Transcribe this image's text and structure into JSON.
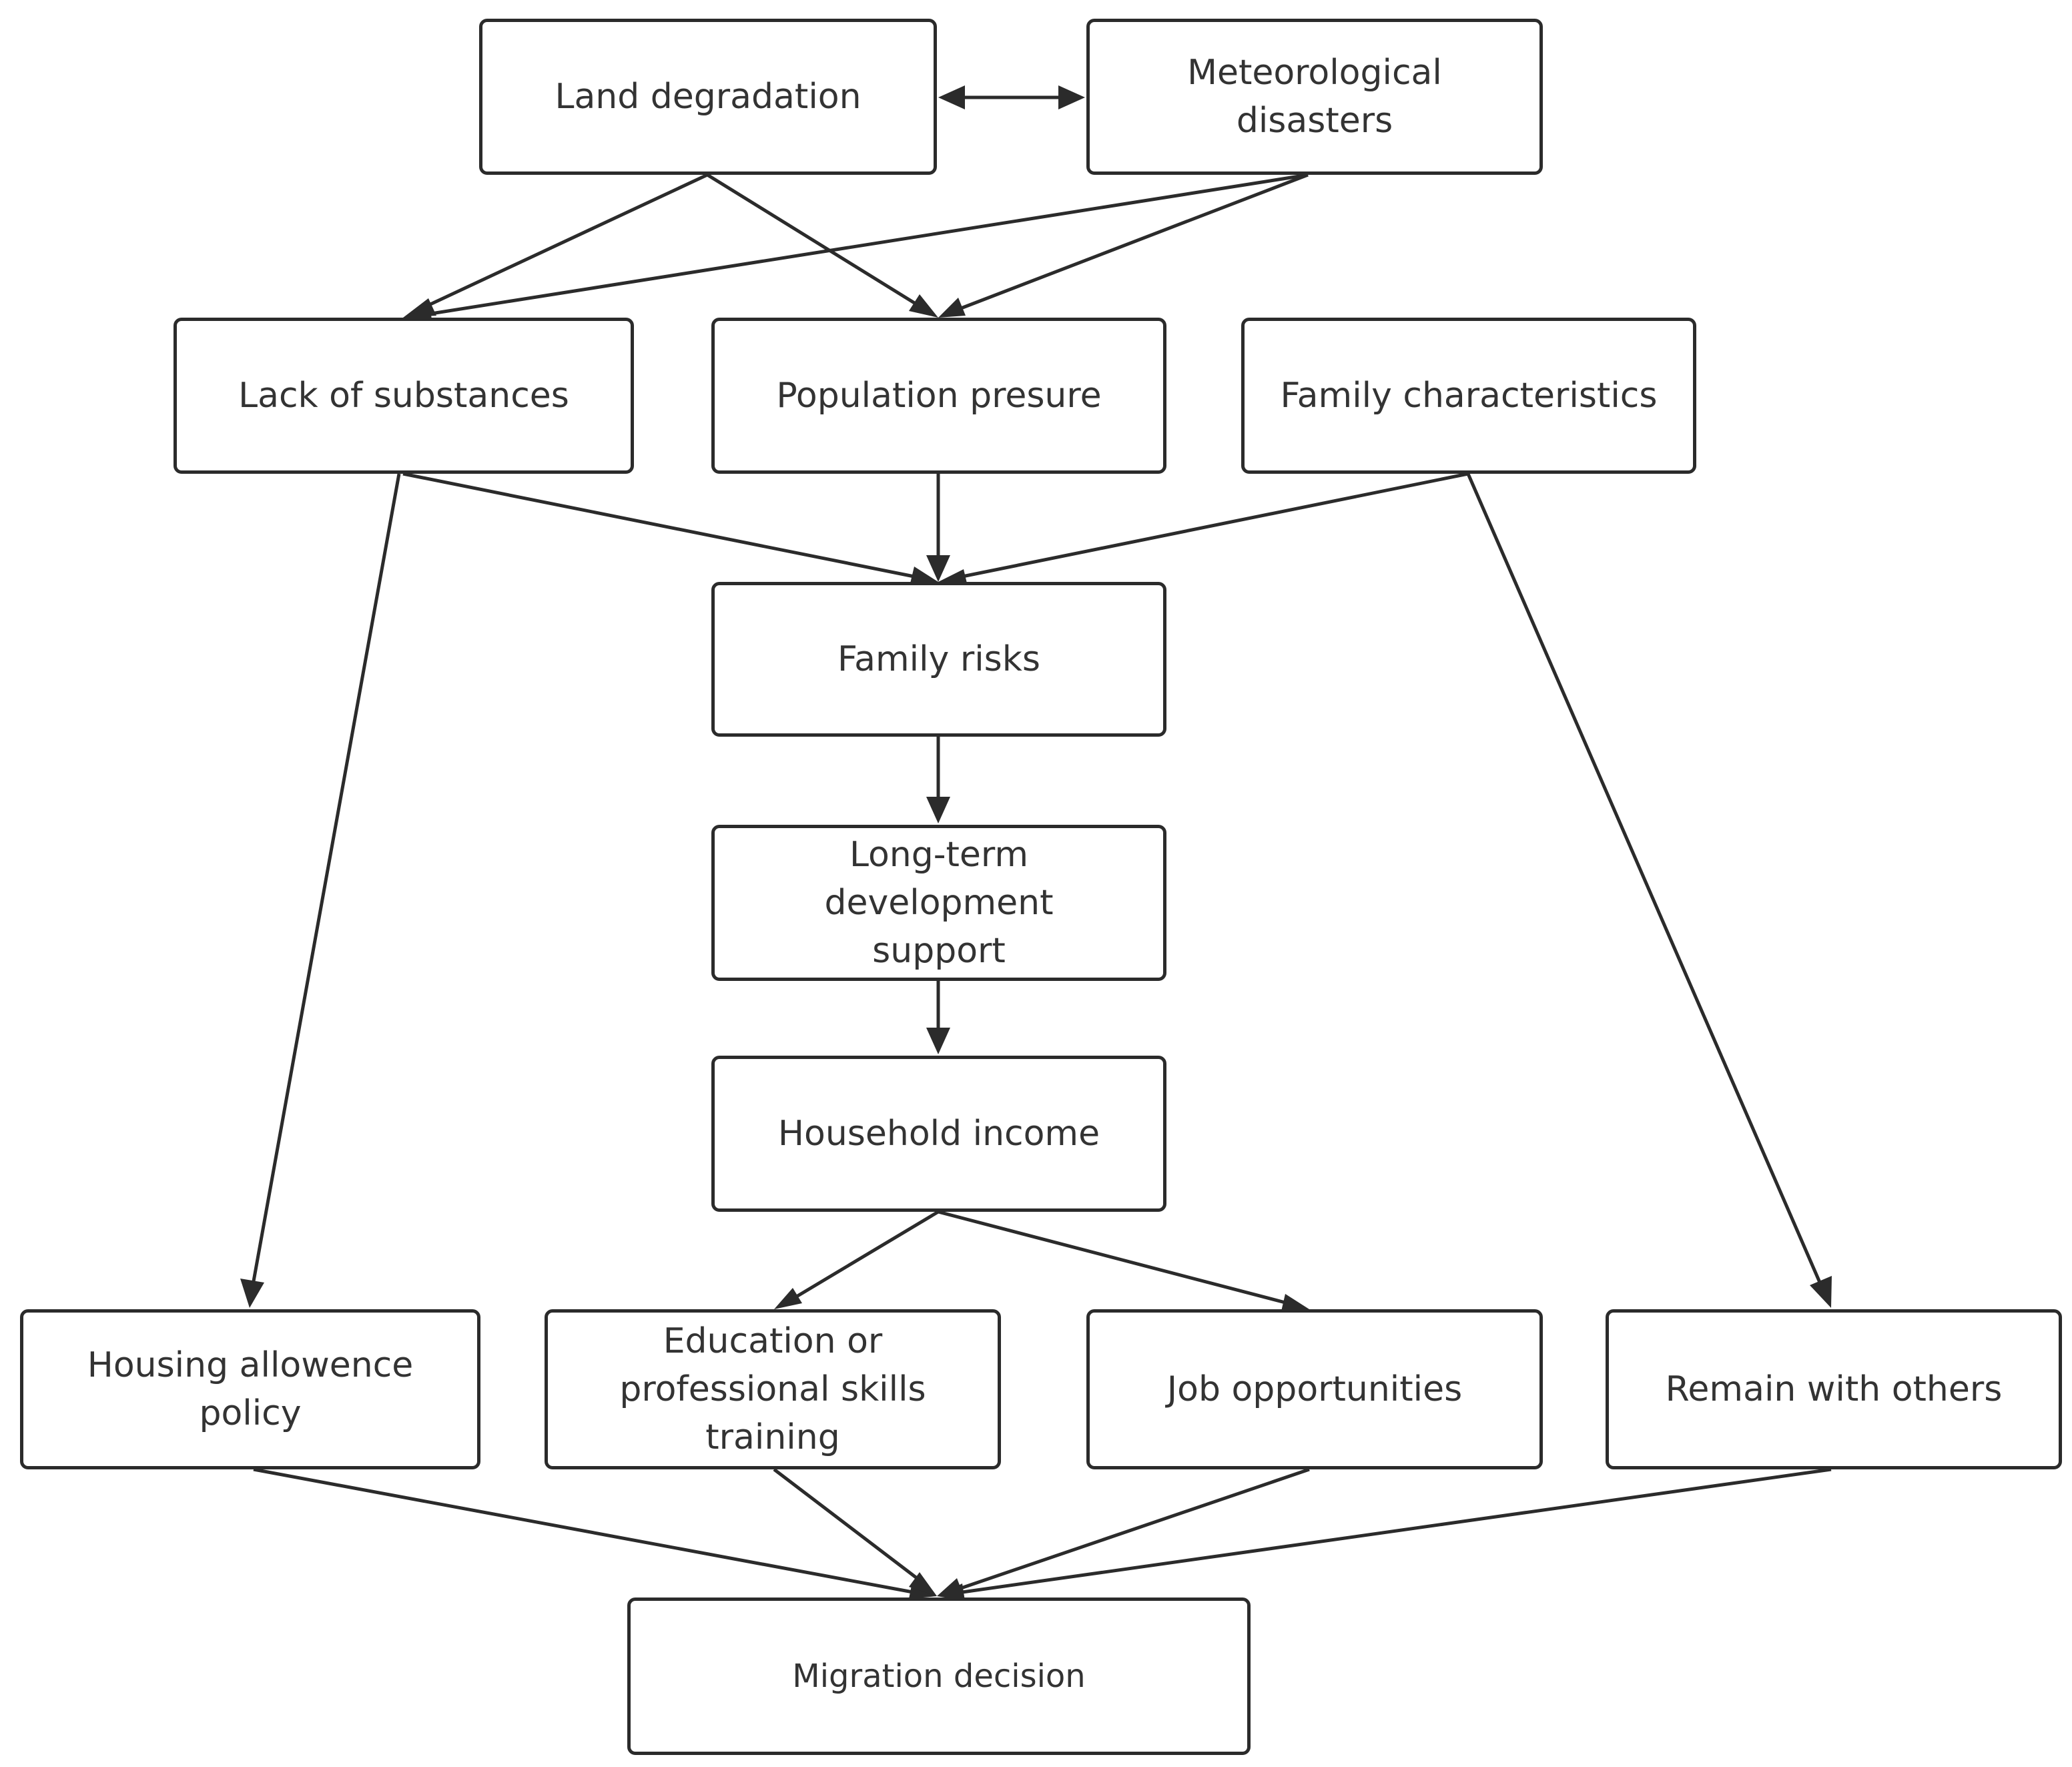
{
  "nodes": {
    "land": {
      "label": "Land degradation"
    },
    "meteo": {
      "label": "Meteorological disasters"
    },
    "lack": {
      "label": "Lack of substances"
    },
    "pop": {
      "label": "Population presure"
    },
    "famchar": {
      "label": "Family characteristics"
    },
    "famrisk": {
      "label": "Family risks"
    },
    "ltd": {
      "label": "Long-term development support"
    },
    "income": {
      "label": "Household income"
    },
    "housing": {
      "label": "Housing allowence policy"
    },
    "edu": {
      "label": "Education or professional skills training"
    },
    "job": {
      "label": "Job opportunities"
    },
    "remain": {
      "label": "Remain with others"
    },
    "migration": {
      "label": "Migration decision"
    }
  },
  "edges": [
    {
      "from": "land",
      "to": "meteo",
      "direction": "both"
    },
    {
      "from": "land",
      "to": "lack"
    },
    {
      "from": "land",
      "to": "pop"
    },
    {
      "from": "meteo",
      "to": "lack"
    },
    {
      "from": "meteo",
      "to": "pop"
    },
    {
      "from": "lack",
      "to": "famrisk"
    },
    {
      "from": "pop",
      "to": "famrisk"
    },
    {
      "from": "famchar",
      "to": "famrisk"
    },
    {
      "from": "lack",
      "to": "housing"
    },
    {
      "from": "famchar",
      "to": "remain"
    },
    {
      "from": "famrisk",
      "to": "ltd"
    },
    {
      "from": "ltd",
      "to": "income"
    },
    {
      "from": "income",
      "to": "edu"
    },
    {
      "from": "income",
      "to": "job"
    },
    {
      "from": "housing",
      "to": "migration"
    },
    {
      "from": "edu",
      "to": "migration"
    },
    {
      "from": "job",
      "to": "migration"
    },
    {
      "from": "remain",
      "to": "migration"
    }
  ]
}
